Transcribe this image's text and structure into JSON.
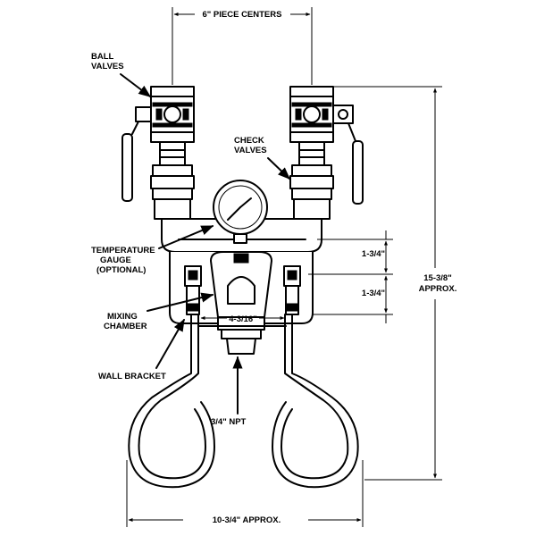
{
  "labels": {
    "piece_centers": "6\" PIECE CENTERS",
    "ball_valves_1": "BALL",
    "ball_valves_2": "VALVES",
    "check_valves_1": "CHECK",
    "check_valves_2": "VALVES",
    "temp_1": "TEMPERATURE",
    "temp_2": "GAUGE",
    "temp_3": "(OPTIONAL)",
    "mixing_1": "MIXING",
    "mixing_2": "CHAMBER",
    "wall_bracket": "WALL BRACKET",
    "npt": "3/4\" NPT",
    "dim_upper": "1-3/4\"",
    "dim_lower": "1-3/4\"",
    "dim_inner": "4-3/16\"",
    "height_1": "15-3/8\"",
    "height_2": "APPROX.",
    "width": "10-3/4\" APPROX."
  }
}
